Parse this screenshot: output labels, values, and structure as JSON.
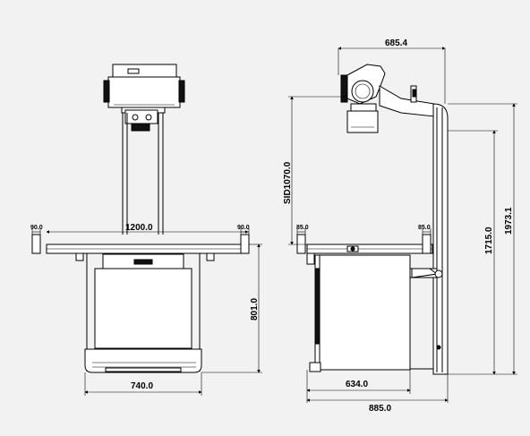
{
  "front_view": {
    "dims": {
      "table_width": "1200.0",
      "left_edge": "90.0",
      "right_edge": "90.0",
      "base_width": "740.0",
      "table_height": "801.0"
    }
  },
  "side_view": {
    "dims": {
      "tube_reach": "685.4",
      "sid": "SID1070.0",
      "left_edge": "85.0",
      "right_edge": "85.0",
      "base_depth": "634.0",
      "total_depth": "885.0",
      "column_height": "1715.0",
      "total_height": "1973.1"
    }
  }
}
